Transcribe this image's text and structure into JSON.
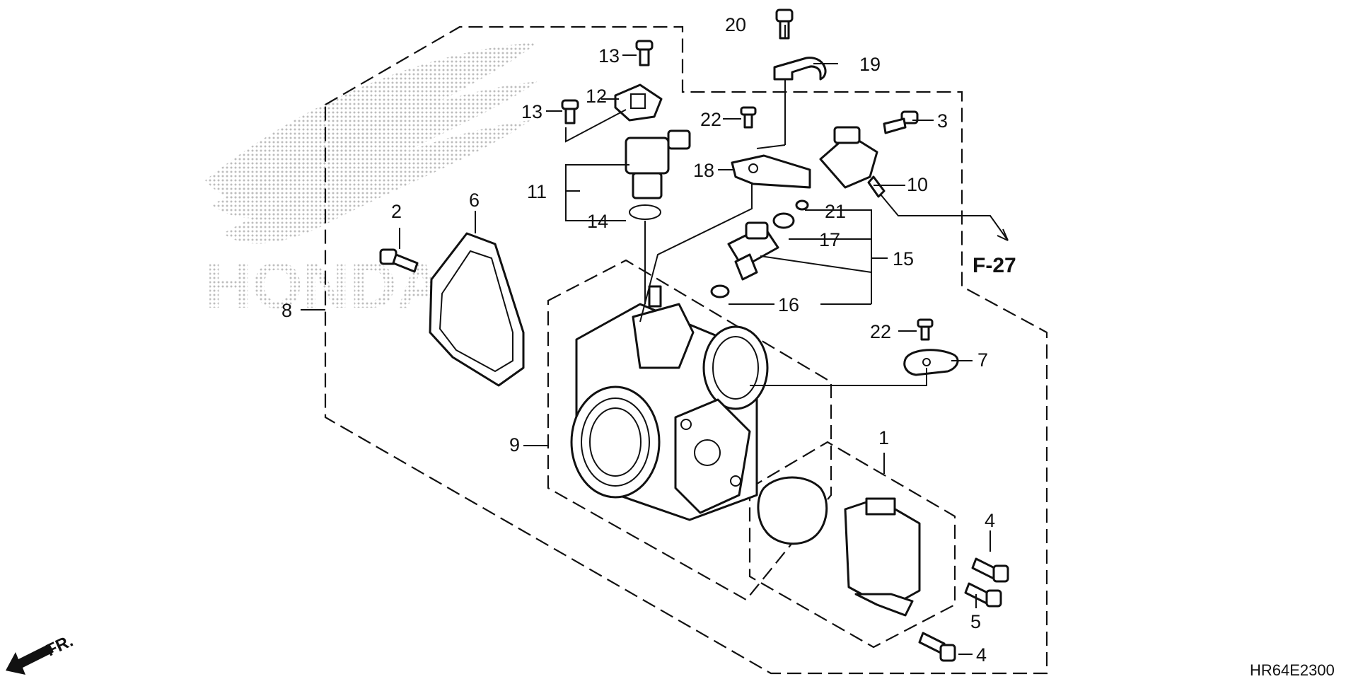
{
  "diagram_code": "HR64E2300",
  "reference": "F-27",
  "direction_label": "FR.",
  "watermark_text": "HONDA",
  "callouts": {
    "c1": "1",
    "c2": "2",
    "c3": "3",
    "c4a": "4",
    "c4b": "4",
    "c5": "5",
    "c6": "6",
    "c7": "7",
    "c8": "8",
    "c9": "9",
    "c10": "10",
    "c11": "11",
    "c12": "12",
    "c13a": "13",
    "c13b": "13",
    "c14": "14",
    "c15": "15",
    "c16": "16",
    "c17": "17",
    "c18": "18",
    "c19": "19",
    "c20": "20",
    "c21": "21",
    "c22a": "22",
    "c22b": "22"
  },
  "colors": {
    "ink": "#111111",
    "watermark": "#bdbdbd",
    "background": "#ffffff"
  },
  "icons": {
    "direction_arrow": "front-arrow-icon"
  }
}
